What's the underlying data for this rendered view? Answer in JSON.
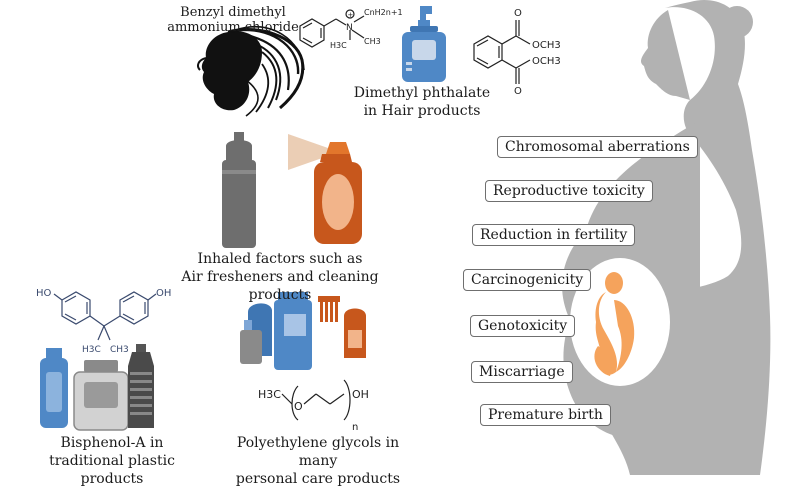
{
  "chemicals": {
    "bzk": {
      "line1": "Benzyl dimethyl",
      "line2": "ammonium chloride"
    },
    "dmp": {
      "line1": "Dimethyl phthalate",
      "line2": "in Hair products"
    },
    "inhaled": {
      "line1": "Inhaled factors such as",
      "line2": "Air fresheners and cleaning products"
    },
    "bpa": {
      "line1": "Bisphenol-A in",
      "line2": "traditional plastic products"
    },
    "peg": {
      "line1": "Polyethylene glycols in many",
      "line2": "personal care products"
    }
  },
  "structure_labels": {
    "cnh": "CnH2n+1",
    "plus": "+",
    "n": "N",
    "h3c": "H3C",
    "ch3": "CH3",
    "och3_top": "OCH3",
    "och3_bottom": "OCH3",
    "o_top": "O",
    "o_bottom": "O",
    "ho_left": "HO",
    "oh_right": "OH",
    "bpa_h3c": "H3C",
    "bpa_ch3": "CH3",
    "peg_h3c": "H3C",
    "peg_o": "O",
    "peg_oh": "OH",
    "peg_n": "n"
  },
  "effects": [
    "Chromosomal aberrations",
    "Reproductive toxicity",
    "Reduction in fertility",
    "Carcinogenicity",
    "Genotoxicity",
    "Miscarriage",
    "Premature birth"
  ],
  "colors": {
    "silhouette": "#b2b2b2",
    "womb": "#ffffff",
    "fetus": "#f5a35c",
    "container_blue": "#4f88c6",
    "container_orange": "#c7571c",
    "container_gray": "#6e6e6e",
    "box_border": "#6f6f6f"
  }
}
